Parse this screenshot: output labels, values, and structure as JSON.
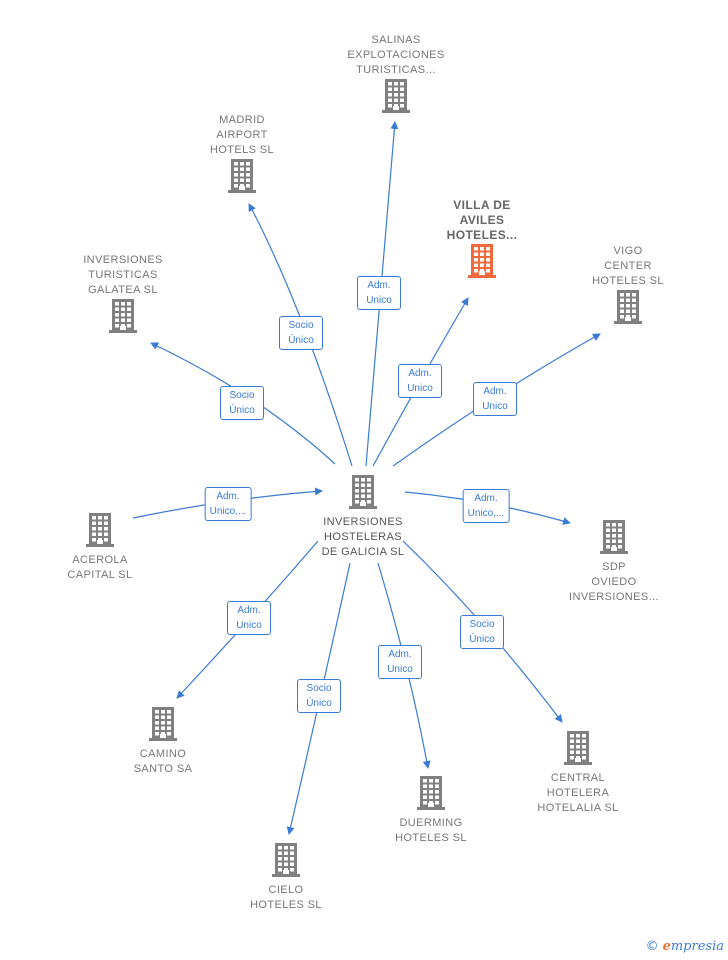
{
  "colors": {
    "edge": "#3a7bd5",
    "building": "#808080",
    "highlight": "#f26a3b"
  },
  "center": {
    "label": "INVERSIONES\nHOSTELERAS\nDE GALICIA SL",
    "icon": "building-icon"
  },
  "nodes": [
    {
      "id": "salinas",
      "label": "SALINAS\nEXPLOTACIONES\nTURISTICAS...",
      "icon": "building-icon"
    },
    {
      "id": "madrid",
      "label": "MADRID\nAIRPORT\nHOTELS  SL",
      "icon": "building-icon"
    },
    {
      "id": "villa",
      "label": "VILLA DE\nAVILES\nHOTELES...",
      "icon": "building-icon",
      "highlight": true
    },
    {
      "id": "vigo",
      "label": "VIGO\nCENTER\nHOTELES  SL",
      "icon": "building-icon"
    },
    {
      "id": "galatea",
      "label": "INVERSIONES\nTURISTICAS\nGALATEA  SL",
      "icon": "building-icon"
    },
    {
      "id": "acerola",
      "label": "ACEROLA\nCAPITAL  SL",
      "icon": "building-icon"
    },
    {
      "id": "sdp",
      "label": "SDP\nOVIEDO\nINVERSIONES...",
      "icon": "building-icon"
    },
    {
      "id": "camino",
      "label": "CAMINO\nSANTO SA",
      "icon": "building-icon"
    },
    {
      "id": "cielo",
      "label": "CIELO\nHOTELES  SL",
      "icon": "building-icon"
    },
    {
      "id": "duerming",
      "label": "DUERMING\nHOTELES  SL",
      "icon": "building-icon"
    },
    {
      "id": "central",
      "label": "CENTRAL\nHOTELERA\nHOTELALIA SL",
      "icon": "building-icon"
    }
  ],
  "edges": [
    {
      "target": "salinas",
      "label": "Adm.\nUnico"
    },
    {
      "target": "madrid",
      "label": "Socio\nÚnico"
    },
    {
      "target": "villa",
      "label": "Adm.\nUnico"
    },
    {
      "target": "vigo",
      "label": "Adm.\nUnico"
    },
    {
      "target": "galatea",
      "label": "Socio\nÚnico"
    },
    {
      "target": "acerola",
      "label": "Adm.\nUnico,..."
    },
    {
      "target": "sdp",
      "label": "Adm.\nUnico,..."
    },
    {
      "target": "camino",
      "label": "Adm.\nUnico"
    },
    {
      "target": "cielo",
      "label": "Socio\nÚnico"
    },
    {
      "target": "duerming",
      "label": "Adm.\nUnico"
    },
    {
      "target": "central",
      "label": "Socio\nÚnico"
    }
  ],
  "brand": {
    "copyright": "©",
    "initial": "e",
    "name": "mpresia"
  }
}
